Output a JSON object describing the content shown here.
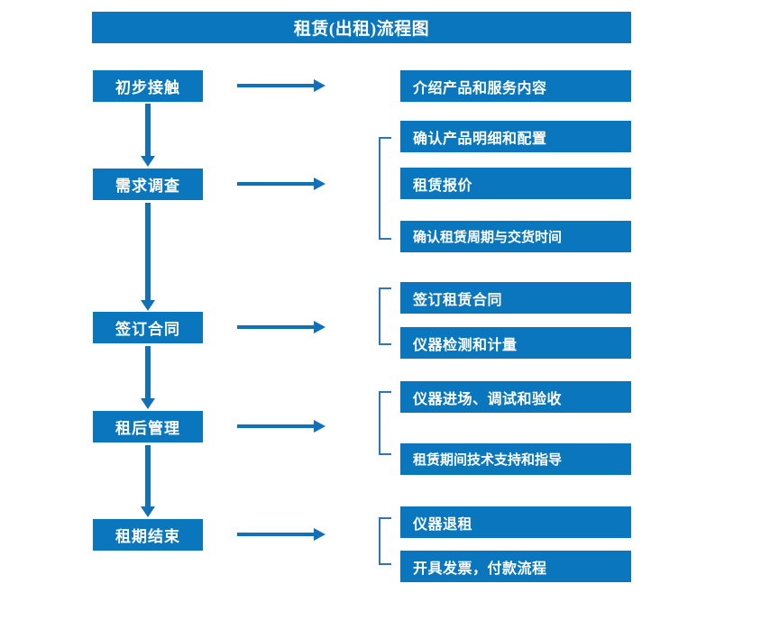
{
  "title": "租赁(出租)流程图",
  "accent_color": "#0A76BE",
  "arrow_color": "#1071B8",
  "bracket_color": "#2E76B8",
  "text_color": "#FFFFFF",
  "background_color": "#FFFFFF",
  "stages": [
    {
      "label": "初步接触"
    },
    {
      "label": "需求调查"
    },
    {
      "label": "签订合同"
    },
    {
      "label": "租后管理"
    },
    {
      "label": "租期结束"
    }
  ],
  "details": [
    {
      "label": "介绍产品和服务内容"
    },
    {
      "label": "确认产品明细和配置"
    },
    {
      "label": "租赁报价"
    },
    {
      "label": "确认租赁周期与交货时间"
    },
    {
      "label": "签订租赁合同"
    },
    {
      "label": "仪器检测和计量"
    },
    {
      "label": "仪器进场、调试和验收"
    },
    {
      "label": "租赁期间技术支持和指导"
    },
    {
      "label": "仪器退租"
    },
    {
      "label": "开具发票，付款流程"
    }
  ]
}
